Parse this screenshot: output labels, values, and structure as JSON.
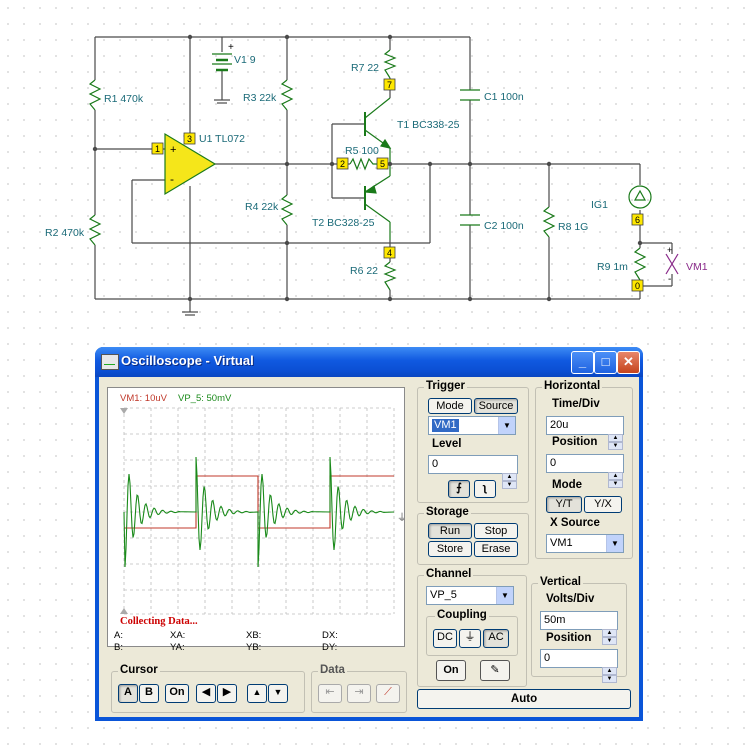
{
  "schematic": {
    "r1": "R1 470k",
    "r2": "R2 470k",
    "r3": "R3 22k",
    "r4": "R4 22k",
    "u1": "U1 TL072",
    "v1": "V1 9",
    "r7": "R7 22",
    "t1": "T1 BC338-25",
    "r5": "R5 100",
    "t2": "T2 BC328-25",
    "r6": "R6 22",
    "c1": "C1 100n",
    "c2": "C2 100n",
    "r8": "R8 1G",
    "ig1": "IG1",
    "r9": "R9 1m",
    "vm1": "VM1",
    "pins": {
      "p1": "1",
      "p3": "3",
      "p2": "2",
      "p5": "5",
      "p7": "7",
      "p4": "4",
      "p6": "6",
      "p0": "0"
    },
    "plus": "+",
    "minus": "-"
  },
  "window": {
    "title": "Oscilloscope - Virtual",
    "min_glyph": "_",
    "max_glyph": "□",
    "close_glyph": "✕"
  },
  "screen": {
    "ch1_label": "VM1: 10uV",
    "ch2_label": "VP_5: 50mV",
    "status": "Collecting Data...",
    "readouts": {
      "a": "A:",
      "b": "B:",
      "xa": "XA:",
      "ya": "YA:",
      "xb": "XB:",
      "yb": "YB:",
      "dx": "DX:",
      "dy": "DY:"
    }
  },
  "trigger": {
    "title": "Trigger",
    "mode": "Mode",
    "source": "Source",
    "source_value": "VM1",
    "level_label": "Level",
    "level_value": "0"
  },
  "horizontal": {
    "title": "Horizontal",
    "time_div_label": "Time/Div",
    "time_div_value": "20u",
    "position_label": "Position",
    "position_value": "0",
    "mode_label": "Mode",
    "yt": "Y/T",
    "yx": "Y/X",
    "xsource_label": "X Source",
    "xsource_value": "VM1"
  },
  "storage": {
    "title": "Storage",
    "run": "Run",
    "stop": "Stop",
    "store": "Store",
    "erase": "Erase"
  },
  "channel": {
    "title": "Channel",
    "value": "VP_5",
    "coupling_label": "Coupling",
    "dc": "DC",
    "gnd": "⏚",
    "ac": "AC",
    "on": "On"
  },
  "vertical": {
    "title": "Vertical",
    "volts_div_label": "Volts/Div",
    "volts_div_value": "50m",
    "position_label": "Position",
    "position_value": "0"
  },
  "cursor": {
    "title": "Cursor",
    "a": "A",
    "b": "B",
    "on": "On"
  },
  "data": {
    "title": "Data"
  },
  "auto_label": "Auto",
  "colors": {
    "trace_ch1": "#c0392b",
    "trace_ch2": "#1a8a1a",
    "wire": "#4a4a4a",
    "component": "#1a7a1a",
    "label_text": "#1a6a78"
  }
}
